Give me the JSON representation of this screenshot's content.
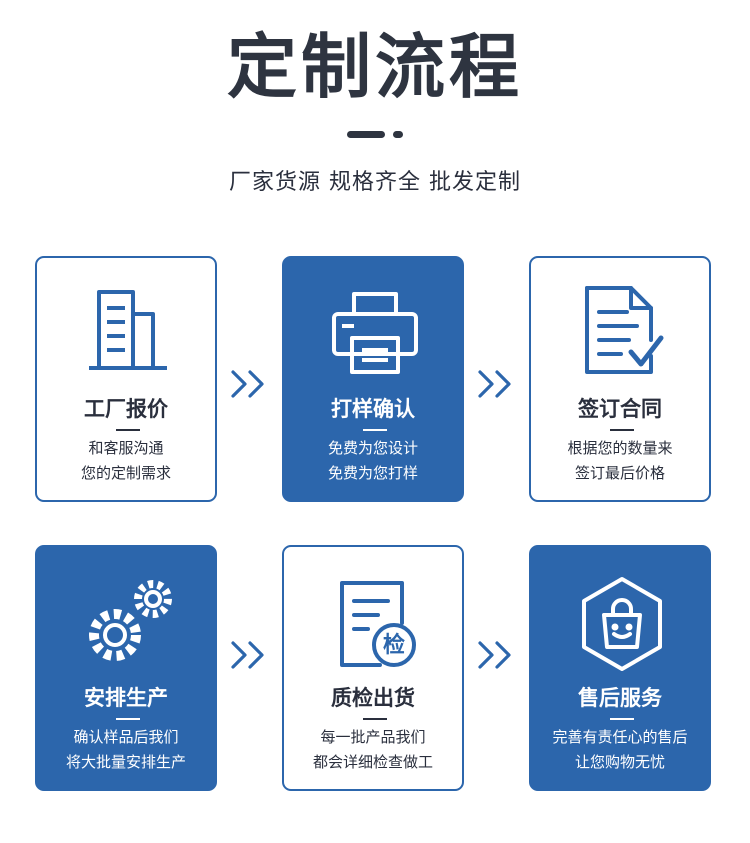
{
  "header": {
    "title": "定制流程",
    "subtitle": "厂家货源 规格齐全 批发定制"
  },
  "colors": {
    "accent": "#2c66ac",
    "text": "#2a2f3d",
    "background": "#ffffff"
  },
  "steps": [
    {
      "name": "工厂报价",
      "line1": "和客服沟通",
      "line2": "您的定制需求",
      "icon": "factory-building-icon",
      "style": "outlined"
    },
    {
      "name": "打样确认",
      "line1": "免费为您设计",
      "line2": "免费为您打样",
      "icon": "printer-icon",
      "style": "filled"
    },
    {
      "name": "签订合同",
      "line1": "根据您的数量来",
      "line2": "签订最后价格",
      "icon": "contract-document-icon",
      "style": "outlined"
    },
    {
      "name": "安排生产",
      "line1": "确认样品后我们",
      "line2": "将大批量安排生产",
      "icon": "gears-icon",
      "style": "filled"
    },
    {
      "name": "质检出货",
      "line1": "每一批产品我们",
      "line2": "都会详细检查做工",
      "icon": "inspection-document-icon",
      "style": "outlined",
      "badge": "检"
    },
    {
      "name": "售后服务",
      "line1": "完善有责任心的售后",
      "line2": "让您购物无忧",
      "icon": "shopping-bag-icon",
      "style": "filled"
    }
  ]
}
